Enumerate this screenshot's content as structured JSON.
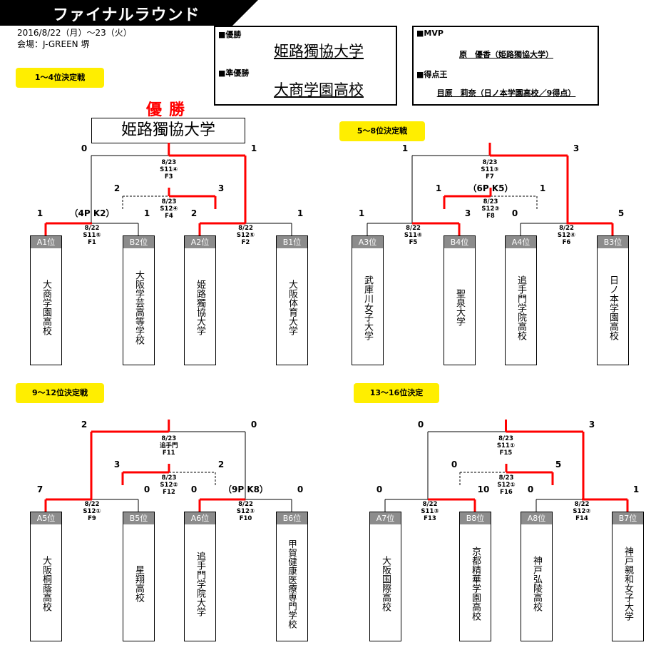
{
  "header": {
    "banner": "ファイナルラウンド",
    "date": "2016/8/22（月）～23（火）",
    "venue": "会場：J-GREEN 堺"
  },
  "results": {
    "champion_label": "■優勝",
    "champion": "姫路獨協大学",
    "runner_up_label": "■準優勝",
    "runner_up": "大商学園高校"
  },
  "awards": {
    "mvp_label": "■MVP",
    "mvp": "原　優香（姫路獨協大学）",
    "scorer_label": "■得点王",
    "scorer": "目原　莉奈（日ノ本学園高校／9得点）"
  },
  "section_labels": {
    "s1": "1～4位決定戦",
    "s2": "5～8位決定戦",
    "s3": "9～12位決定戦",
    "s4": "13～16位決定"
  },
  "champ_title": "優勝",
  "champ_box": "姫路獨協大学",
  "teams": [
    {
      "seed": "A1位",
      "name": "大商学園高校"
    },
    {
      "seed": "B2位",
      "name": "大阪学芸高等学校"
    },
    {
      "seed": "A2位",
      "name": "姫路獨協大学"
    },
    {
      "seed": "B1位",
      "name": "大阪体育大学"
    },
    {
      "seed": "A3位",
      "name": "武庫川女子大学"
    },
    {
      "seed": "B4位",
      "name": "聖泉大学"
    },
    {
      "seed": "A4位",
      "name": "追手門学院高校"
    },
    {
      "seed": "B3位",
      "name": "日ノ本学園高校"
    },
    {
      "seed": "A5位",
      "name": "大阪桐蔭高校"
    },
    {
      "seed": "B5位",
      "name": "星翔高校"
    },
    {
      "seed": "A6位",
      "name": "追手門学院大学"
    },
    {
      "seed": "B6位",
      "name": "甲賀健康医療専門学校"
    },
    {
      "seed": "A7位",
      "name": "大阪国際高校"
    },
    {
      "seed": "B8位",
      "name": "京都精華学園高校"
    },
    {
      "seed": "A8位",
      "name": "神戸弘陵高校"
    },
    {
      "seed": "B7位",
      "name": "神戸親和女子大学"
    }
  ],
  "brackets": [
    {
      "semi1": {
        "s1": "1",
        "s2": "1",
        "pk": "（4P K2）",
        "date": "8/22",
        "slot": "S11⑤",
        "code": "F1"
      },
      "semi2": {
        "s1": "2",
        "s2": "1",
        "pk": "",
        "date": "8/22",
        "slot": "S12⑤",
        "code": "F2"
      },
      "final": {
        "s1": "0",
        "s2": "1",
        "pk": "",
        "date": "8/23",
        "slot": "S11④",
        "code": "F3"
      },
      "third": {
        "s1": "2",
        "s2": "3",
        "pk": "",
        "date": "8/23",
        "slot": "S12④",
        "code": "F4"
      }
    },
    {
      "semi1": {
        "s1": "1",
        "s2": "3",
        "pk": "",
        "date": "8/22",
        "slot": "S11④",
        "code": "F5"
      },
      "semi2": {
        "s1": "0",
        "s2": "5",
        "pk": "",
        "date": "8/22",
        "slot": "S12④",
        "code": "F6"
      },
      "final": {
        "s1": "1",
        "s2": "3",
        "pk": "",
        "date": "8/23",
        "slot": "S11③",
        "code": "F7"
      },
      "third": {
        "s1": "1",
        "s2": "1",
        "pk": "（6P K5）",
        "date": "8/23",
        "slot": "S12③",
        "code": "F8"
      }
    },
    {
      "semi1": {
        "s1": "7",
        "s2": "0",
        "pk": "",
        "date": "8/22",
        "slot": "S12①",
        "code": "F9"
      },
      "semi2": {
        "s1": "0",
        "s2": "0",
        "pk": "（9P K8）",
        "date": "8/22",
        "slot": "S12③",
        "code": "F10"
      },
      "final": {
        "s1": "2",
        "s2": "0",
        "pk": "",
        "date": "8/23",
        "slot": "追手門",
        "code": "F11"
      },
      "third": {
        "s1": "3",
        "s2": "2",
        "pk": "",
        "date": "8/23",
        "slot": "S12②",
        "code": "F12"
      }
    },
    {
      "semi1": {
        "s1": "0",
        "s2": "10",
        "pk": "",
        "date": "8/22",
        "slot": "S11③",
        "code": "F13"
      },
      "semi2": {
        "s1": "0",
        "s2": "1",
        "pk": "",
        "date": "8/22",
        "slot": "S12②",
        "code": "F14"
      },
      "final": {
        "s1": "0",
        "s2": "3",
        "pk": "",
        "date": "8/23",
        "slot": "S11①",
        "code": "F15"
      },
      "third": {
        "s1": "0",
        "s2": "5",
        "pk": "",
        "date": "8/23",
        "slot": "S12①",
        "code": "F16"
      }
    }
  ],
  "colors": {
    "win": "#ff0000",
    "line": "#000000",
    "seed_bg": "#8c8c8c",
    "label_bg": "#ffee00"
  }
}
